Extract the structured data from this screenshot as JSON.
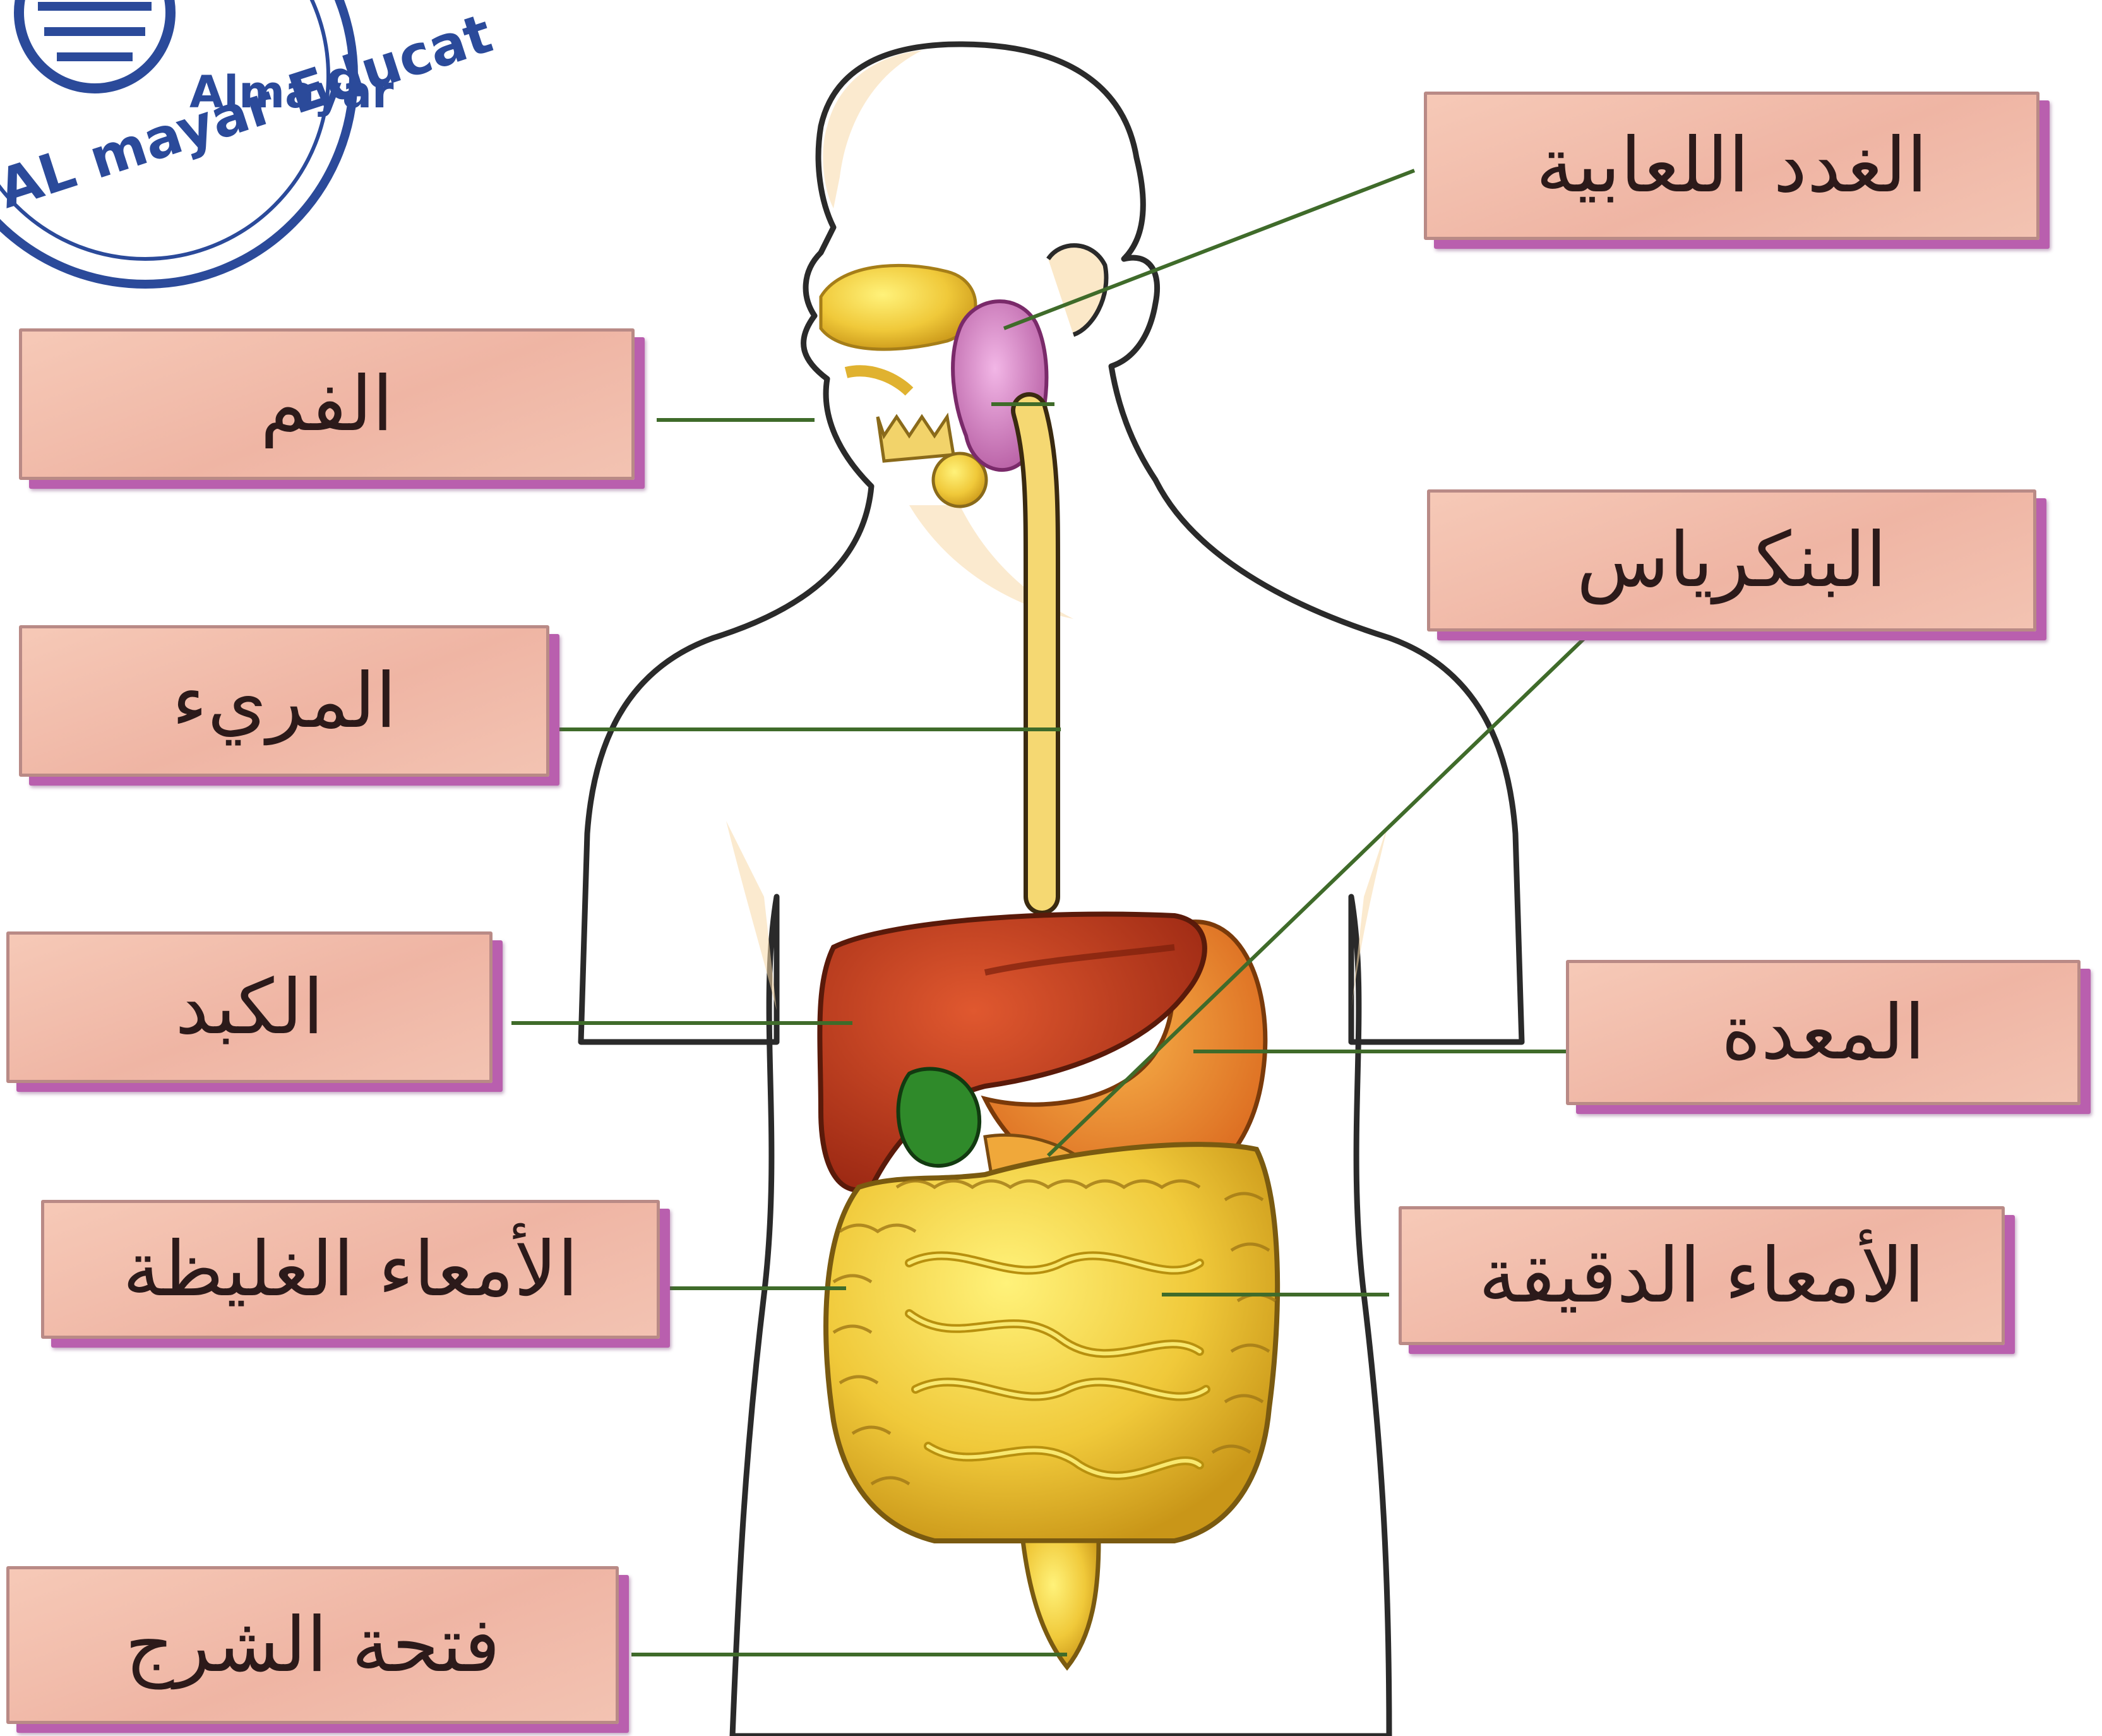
{
  "stamp": {
    "line1": "Almayar",
    "line2": "AL mayar Educat"
  },
  "labels": {
    "salivary_glands": "الغدد اللعابية",
    "mouth": "الفم",
    "pancreas": "البنكرياس",
    "esophagus": "المريء",
    "liver": "الكبد",
    "stomach": "المعدة",
    "large_intestine": "الأمعاء الغليظة",
    "small_intestine": "الأمعاء الدقيقة",
    "anus": "فتحة الشرج"
  },
  "colors": {
    "label_fill": "#f2bfae",
    "label_shadow": "#b95fae",
    "leader_line": "#3f6b2a",
    "liver": "#c8401e",
    "stomach": "#e8862a",
    "intestine": "#e8c23a",
    "gallbladder": "#2f8a2a",
    "salivary_gland": "#d98ac8",
    "stamp": "#2b4a9a"
  }
}
